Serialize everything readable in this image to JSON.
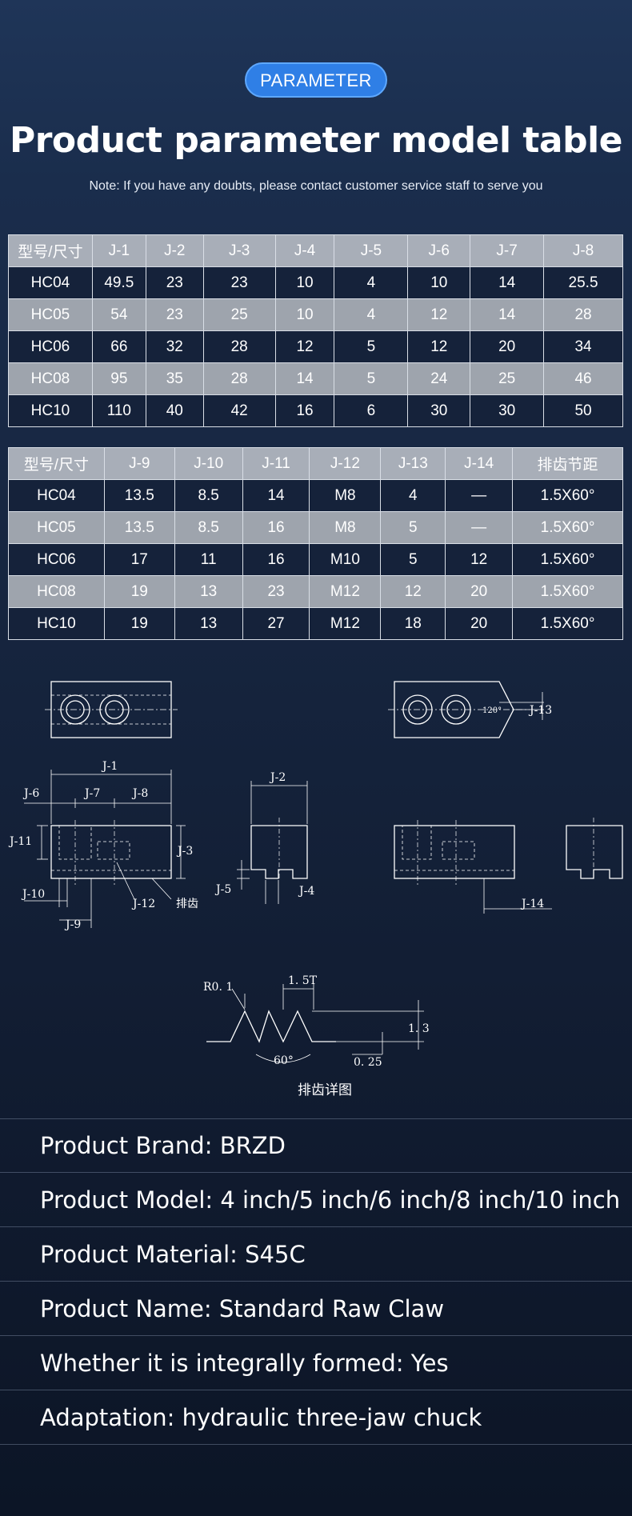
{
  "header": {
    "badge": "PARAMETER",
    "title": "Product parameter model table",
    "note": "Note: If you have any doubts, please contact customer service staff to serve you"
  },
  "table1": {
    "headers": [
      "型号/尺寸",
      "J-1",
      "J-2",
      "J-3",
      "J-4",
      "J-5",
      "J-6",
      "J-7",
      "J-8"
    ],
    "rows": [
      [
        "HC04",
        "49.5",
        "23",
        "23",
        "10",
        "4",
        "10",
        "14",
        "25.5"
      ],
      [
        "HC05",
        "54",
        "23",
        "25",
        "10",
        "4",
        "12",
        "14",
        "28"
      ],
      [
        "HC06",
        "66",
        "32",
        "28",
        "12",
        "5",
        "12",
        "20",
        "34"
      ],
      [
        "HC08",
        "95",
        "35",
        "28",
        "14",
        "5",
        "24",
        "25",
        "46"
      ],
      [
        "HC10",
        "110",
        "40",
        "42",
        "16",
        "6",
        "30",
        "30",
        "50"
      ]
    ]
  },
  "table2": {
    "headers": [
      "型号/尺寸",
      "J-9",
      "J-10",
      "J-11",
      "J-12",
      "J-13",
      "J-14",
      "排齿节距"
    ],
    "rows": [
      [
        "HC04",
        "13.5",
        "8.5",
        "14",
        "M8",
        "4",
        "—",
        "1.5X60°"
      ],
      [
        "HC05",
        "13.5",
        "8.5",
        "16",
        "M8",
        "5",
        "—",
        "1.5X60°"
      ],
      [
        "HC06",
        "17",
        "11",
        "16",
        "M10",
        "5",
        "12",
        "1.5X60°"
      ],
      [
        "HC08",
        "19",
        "13",
        "23",
        "M12",
        "12",
        "20",
        "1.5X60°"
      ],
      [
        "HC10",
        "19",
        "13",
        "27",
        "M12",
        "18",
        "20",
        "1.5X60°"
      ]
    ]
  },
  "drawing": {
    "labels": {
      "j1": "J-1",
      "j2": "J-2",
      "j3": "J-3",
      "j4": "J-4",
      "j5": "J-5",
      "j6": "J-6",
      "j7": "J-7",
      "j8": "J-8",
      "j9": "J-9",
      "j10": "J-10",
      "j11": "J-11",
      "j12": "J-12",
      "j13": "J-13",
      "j14": "J-14",
      "angle120": "120°",
      "teeth": "排齿",
      "r01": "R0. 1",
      "p15t": "1. 5T",
      "h13": "1. 3",
      "a60": "60°",
      "d025": "0. 25",
      "detail_caption": "排齿详图"
    }
  },
  "specs": [
    "Product Brand: BRZD",
    "Product Model: 4 inch/5 inch/6 inch/8 inch/10 inch",
    "Product Material: S45C",
    "Product Name: Standard Raw Claw",
    "Whether it is integrally formed: Yes",
    "Adaptation: hydraulic three-jaw chuck"
  ],
  "colors": {
    "badge": "#2f7fe6",
    "row_dark": "#15223a",
    "row_light": "#9ea4ad",
    "header": "#a8aeb8"
  }
}
